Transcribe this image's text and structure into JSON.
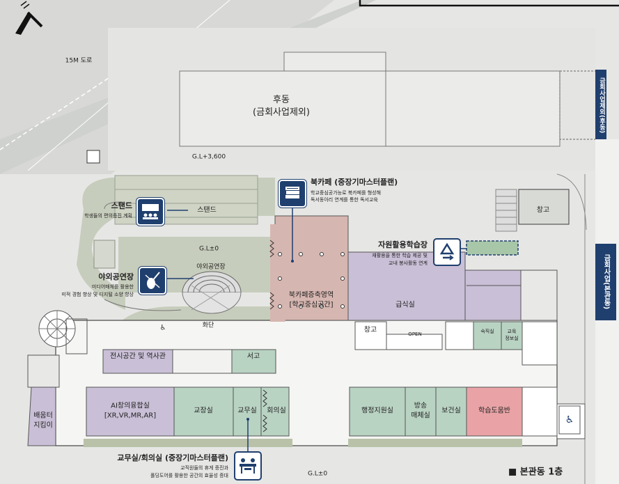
{
  "site": {
    "road_label": "15M 도로",
    "gl_upper": "G.L+3,600",
    "gl_mid": "G.L±0",
    "gl_bottom": "G.L±0",
    "legend": "■ 본관동 1층"
  },
  "buildings": {
    "back_title": "후동",
    "back_sub": "(금회사업제외)",
    "side_top": "금회사업제외(후동)",
    "side_main": "금회사업(본관동)"
  },
  "callouts": {
    "bookcafe_title": "북카페 (중장기마스터플랜)",
    "bookcafe_desc1": "학교중심공가능로 북카페를 형성해",
    "bookcafe_desc2": "독서동아리 연계를 통한 독서교육",
    "stand_title": "스탠드",
    "stand_desc": "학생들의 편의증진 계획",
    "outdoor_title": "야외공연장",
    "outdoor_desc1": "미디어매체를 활용한",
    "outdoor_desc2": "미적 경험 향상 및 디지털 소양 향상",
    "recycle_title": "자원활용학습장",
    "recycle_desc1": "재활용을 통한 학습 제공 및",
    "recycle_desc2": "교내 봉사활동 연계",
    "staff_title": "교무실/회의실 (중장기마스터플랜)",
    "staff_desc1": "교직원들의 휴게 증진과",
    "staff_desc2": "폴딩도어를 활용한 공간의 효율성 증대"
  },
  "rooms": {
    "stand_inner": "스탠드",
    "outdoor_stage": "야외공연장",
    "flowerbed": "화단",
    "warehouse_top": "창고",
    "warehouse_mid": "창고",
    "bookcafe_ext1": "북카페증축영역",
    "bookcafe_ext2": "[학교중심공간]",
    "cafeteria": "급식실",
    "exhibition": "전시공간 및 역사관",
    "bookstore": "서고",
    "open": "OPEN",
    "dorm": "숙직실",
    "edu_info1": "교육",
    "edu_info2": "정보실",
    "ai_lab1": "AI창의융합실",
    "ai_lab2": "[XR,VR,MR,AR]",
    "principal": "교장실",
    "staff_office": "교무실",
    "meeting": "회의실",
    "admin": "행정지원실",
    "broadcast1": "방송",
    "broadcast2": "매체실",
    "health": "보건실",
    "study_help": "학습도움반",
    "dumbwaiter1": "배움터",
    "dumbwaiter2": "지킴이"
  },
  "colors": {
    "navy": "#1f3f6e",
    "purple_room": "#c9bfd6",
    "green_room": "#b9d3c3",
    "pink_room": "#e9a3a6",
    "rose_area": "#d6b6b0",
    "lawn": "#c7cdbc"
  }
}
